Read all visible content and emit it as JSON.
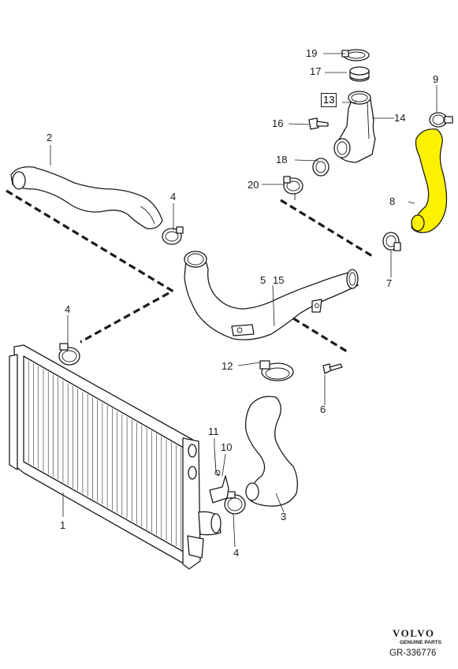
{
  "labels": {
    "p1": "1",
    "p2": "2",
    "p3": "3",
    "p4a": "4",
    "p4b": "4",
    "p4c": "4",
    "p5": "5",
    "p15": "15",
    "p6": "6",
    "p7": "7",
    "p8": "8",
    "p9": "9",
    "p10": "10",
    "p11": "11",
    "p12": "12",
    "p13": "13",
    "p14": "14",
    "p16": "16",
    "p17": "17",
    "p18": "18",
    "p19": "19",
    "p20": "20"
  },
  "branding": {
    "brand": "VOLVO",
    "tagline": "GENUINE PARTS",
    "reference": "GR-336776"
  },
  "colors": {
    "highlight": "#fff200",
    "line": "#1a1a1a"
  }
}
